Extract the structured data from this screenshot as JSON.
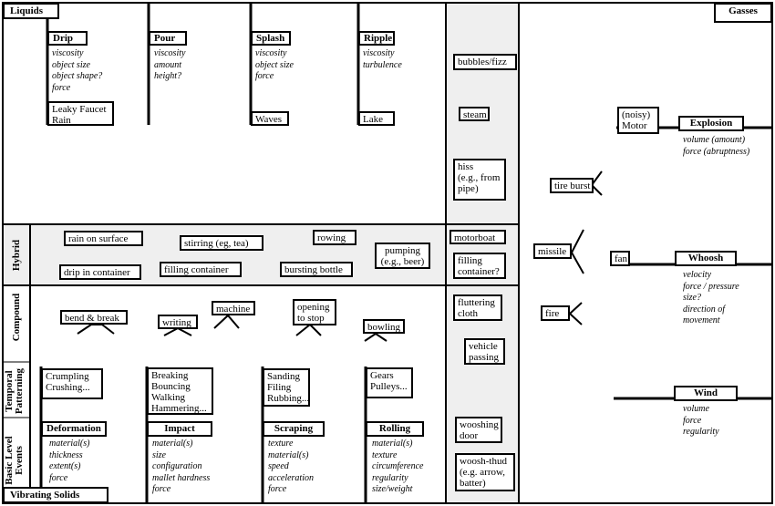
{
  "corners": {
    "liquids": "Liquids",
    "gasses": "Gasses",
    "vibrating_solids": "Vibrating Solids"
  },
  "row_labels": {
    "hybrid": "Hybrid",
    "compound": "Compound",
    "temporal": [
      "Temporal",
      "Patterning"
    ],
    "basic": [
      "Basic Level",
      "Events"
    ]
  },
  "liquids": [
    {
      "name": "Drip",
      "attrs": [
        "viscosity",
        "object size",
        "object shape?",
        "force"
      ],
      "example": [
        "Leaky Faucet",
        "Rain"
      ]
    },
    {
      "name": "Pour",
      "attrs": [
        "viscosity",
        "amount",
        "height?"
      ]
    },
    {
      "name": "Splash",
      "attrs": [
        "viscosity",
        "object size",
        "force"
      ],
      "example": [
        "Waves"
      ]
    },
    {
      "name": "Ripple",
      "attrs": [
        "viscosity",
        "turbulence"
      ],
      "example": [
        "Lake"
      ]
    }
  ],
  "hybrid": [
    "rain on surface",
    "stirring (eg, tea)",
    "rowing",
    "drip in container",
    "filling container",
    "bursting bottle",
    [
      "pumping",
      "(e.g., beer)"
    ]
  ],
  "compound": [
    "bend & break",
    "writing",
    "machine",
    [
      "opening",
      "to stop"
    ],
    "bowling"
  ],
  "temporal": [
    [
      "Crumpling",
      "Crushing..."
    ],
    [
      "Breaking",
      "Bouncing",
      "Walking",
      "Hammering..."
    ],
    [
      "Sanding",
      "Filing",
      "Rubbing..."
    ],
    [
      "Gears",
      "Pulleys..."
    ]
  ],
  "basic": [
    {
      "name": "Deformation",
      "attrs": [
        "material(s)",
        "thickness",
        "extent(s)",
        "force"
      ]
    },
    {
      "name": "Impact",
      "attrs": [
        "material(s)",
        "size",
        "configuration",
        "mallet hardness",
        "force"
      ]
    },
    {
      "name": "Scraping",
      "attrs": [
        "texture",
        "material(s)",
        "speed",
        "acceleration",
        "force"
      ]
    },
    {
      "name": "Rolling",
      "attrs": [
        "material(s)",
        "texture",
        "circumference",
        "regularity",
        "size/weight"
      ]
    }
  ],
  "middle_column": [
    "bubbles/fizz",
    "steam",
    [
      "hiss",
      "(e.g., from",
      "pipe)"
    ],
    "motorboat",
    [
      "filling",
      "container?"
    ],
    [
      "fluttering",
      "cloth"
    ],
    [
      "vehicle",
      "passing"
    ],
    [
      "wooshing",
      "door"
    ],
    [
      "woosh-thud",
      "(e.g. arrow,",
      "batter)"
    ]
  ],
  "gasses": {
    "examples": [
      "tire burst",
      "missile",
      "fire",
      "fan",
      [
        "(noisy)",
        "Motor"
      ]
    ],
    "explosion": {
      "name": "Explosion",
      "attrs": [
        "volume (amount)",
        "force (abruptness)"
      ]
    },
    "whoosh": {
      "name": "Whoosh",
      "attrs": [
        "velocity",
        "force / pressure",
        "size?",
        "direction of",
        "movement"
      ]
    },
    "wind": {
      "name": "Wind",
      "attrs": [
        "volume",
        "force",
        "regularity"
      ]
    }
  }
}
